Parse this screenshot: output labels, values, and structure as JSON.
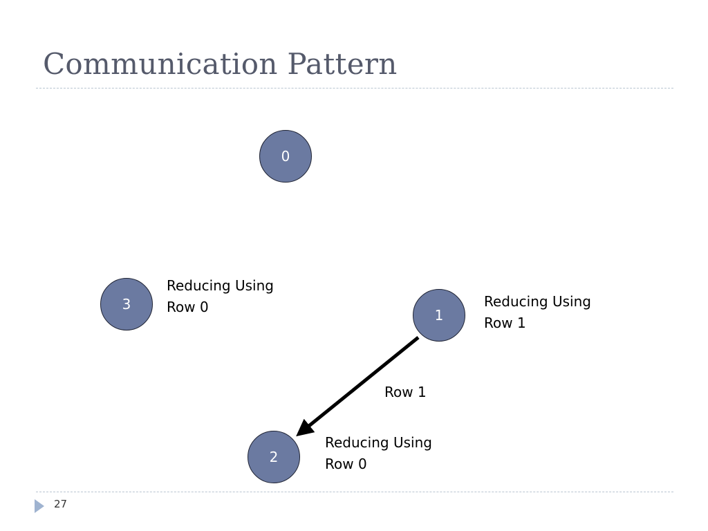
{
  "slide": {
    "title": "Communication Pattern",
    "page_number": "27"
  },
  "nodes": {
    "n0": {
      "label": "0"
    },
    "n1": {
      "label": "1"
    },
    "n2": {
      "label": "2"
    },
    "n3": {
      "label": "3"
    }
  },
  "annotations": {
    "n3_line1": "Reducing Using",
    "n3_line2": "Row 0",
    "n1_line1": "Reducing Using",
    "n1_line2": "Row 1",
    "n2_line1": "Reducing Using",
    "n2_line2": "Row 0"
  },
  "edges": [
    {
      "from": "1",
      "to": "2",
      "label": "Row 1"
    }
  ],
  "colors": {
    "node_fill": "#6b7aa1",
    "title_text": "#555a6b",
    "rule": "#b8c4d0",
    "footer_arrow": "#9fb3d0"
  }
}
